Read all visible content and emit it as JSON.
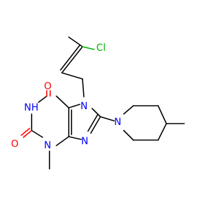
{
  "molecule": {
    "atoms": {
      "cl": "Cl",
      "o_upper": "O",
      "o_lower": "O",
      "n7": "N",
      "nh": "NH",
      "n9": "N",
      "n3": "N",
      "n_piperidine": "N"
    },
    "element_colors": {
      "carbon": "#000000",
      "oxygen": "#ff0000",
      "nitrogen": "#0000ff",
      "chlorine": "#00b400"
    }
  }
}
